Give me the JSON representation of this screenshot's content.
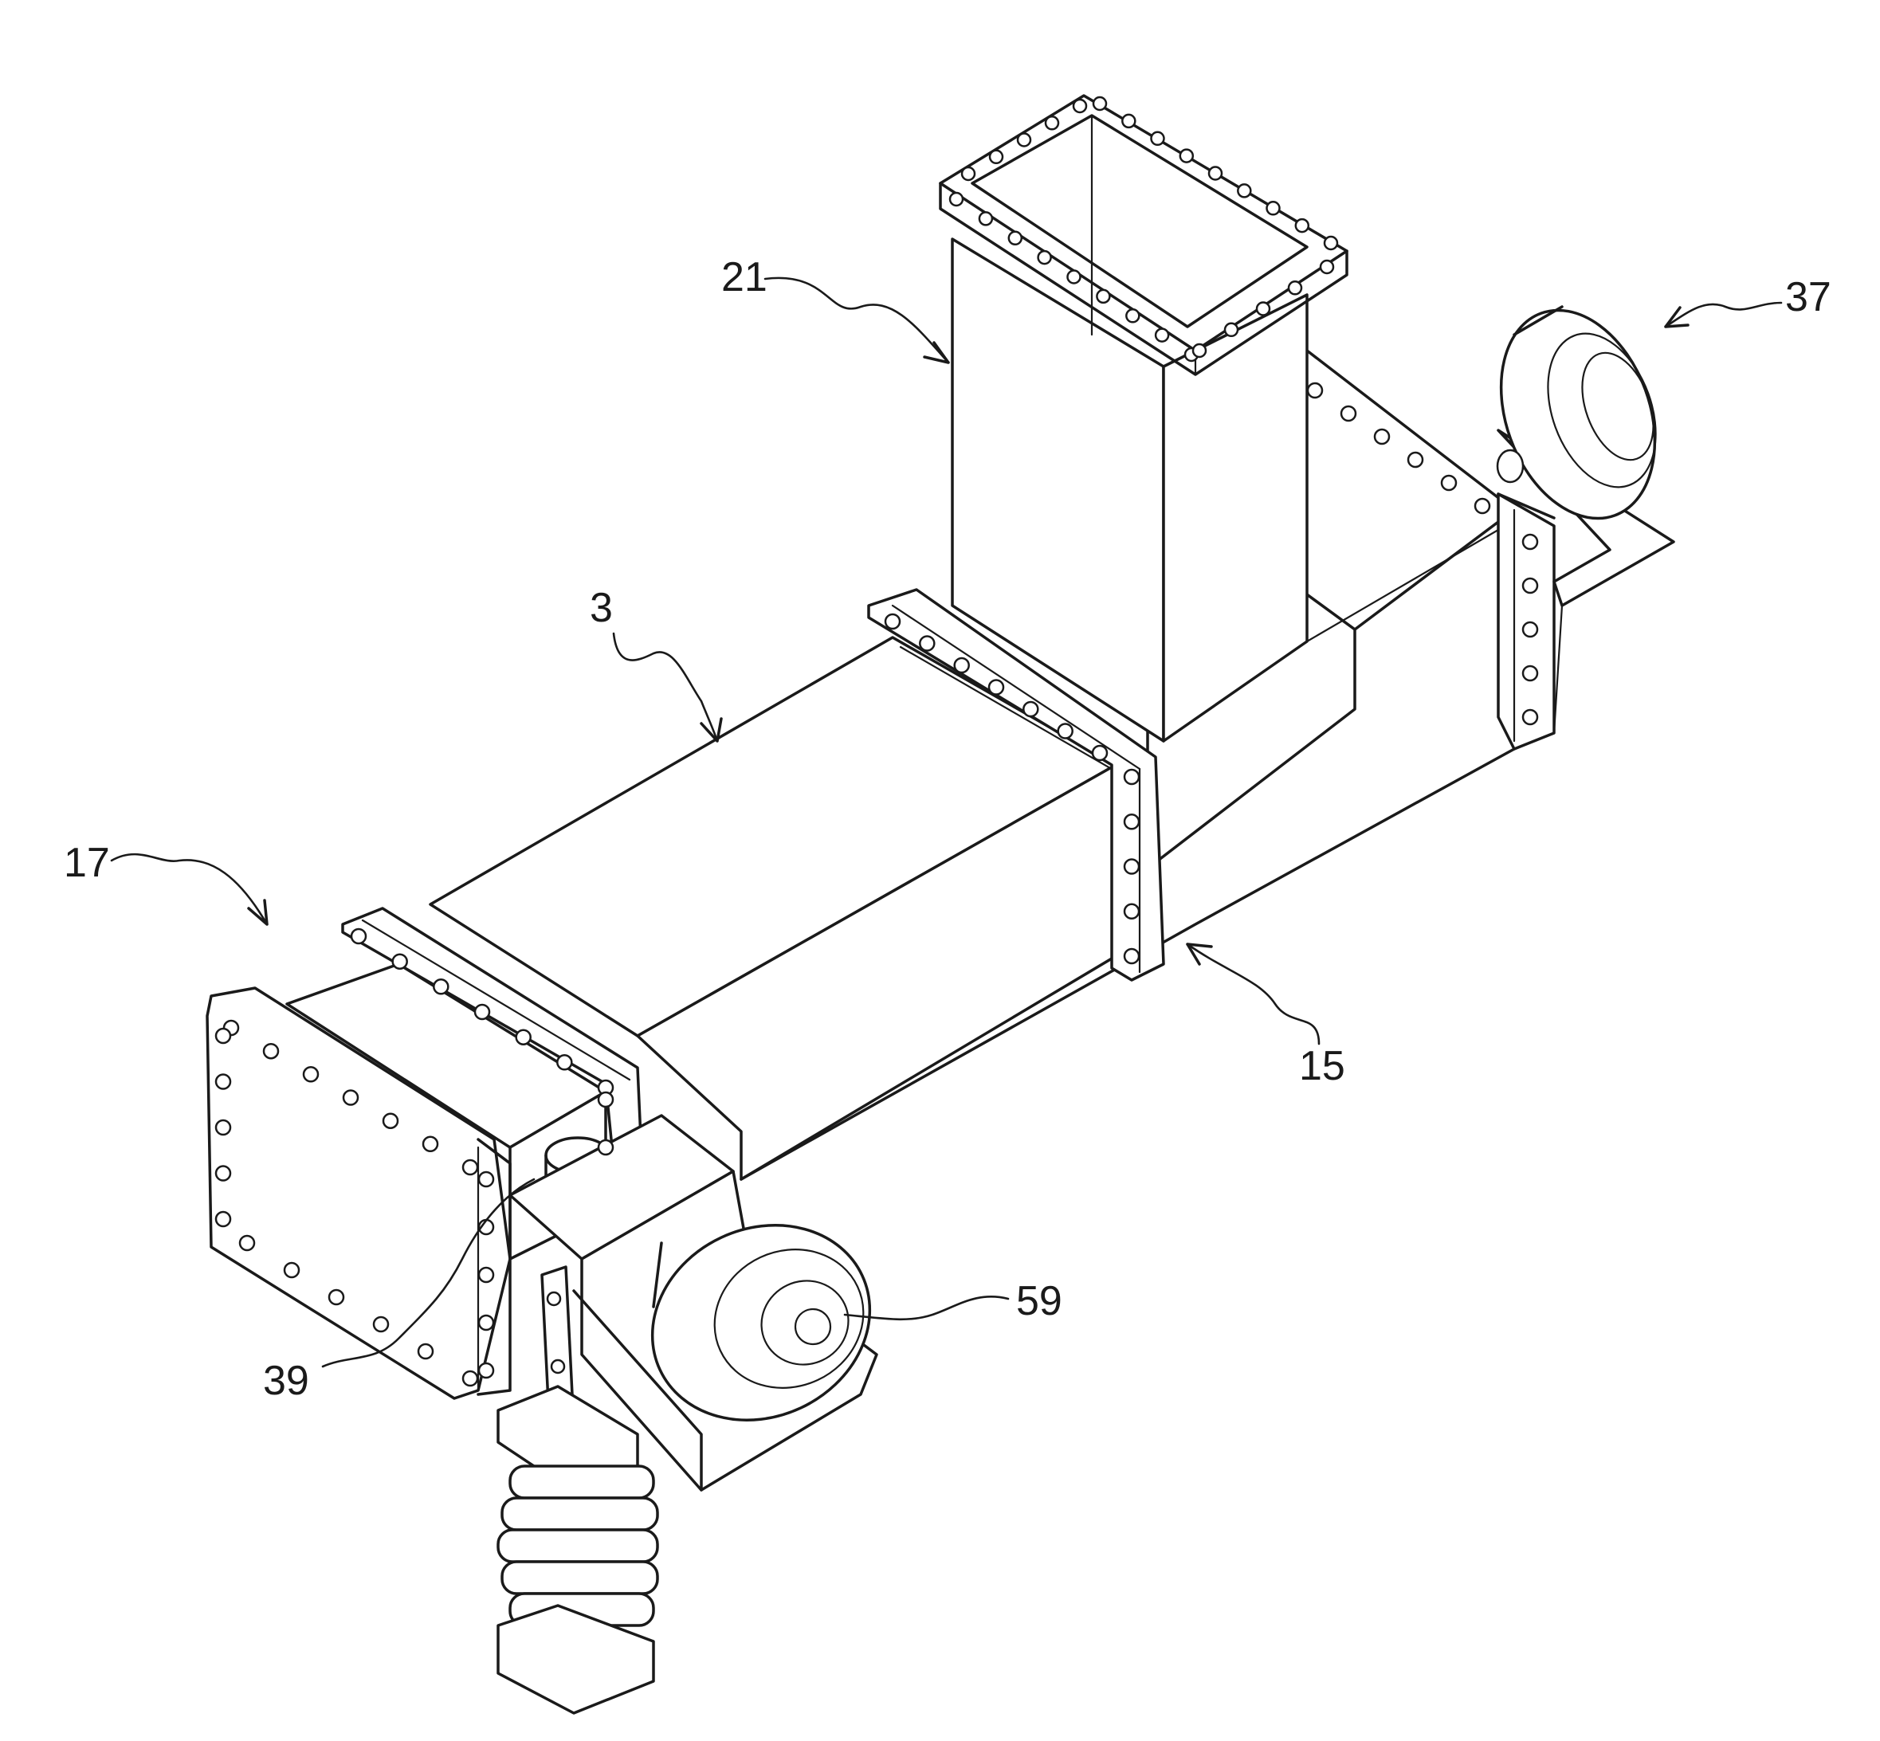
{
  "callouts": [
    {
      "id": "ref-21",
      "text": "21"
    },
    {
      "id": "ref-37",
      "text": "37"
    },
    {
      "id": "ref-3",
      "text": "3"
    },
    {
      "id": "ref-17",
      "text": "17"
    },
    {
      "id": "ref-15",
      "text": "15"
    },
    {
      "id": "ref-59",
      "text": "59"
    },
    {
      "id": "ref-39",
      "text": "39"
    }
  ]
}
